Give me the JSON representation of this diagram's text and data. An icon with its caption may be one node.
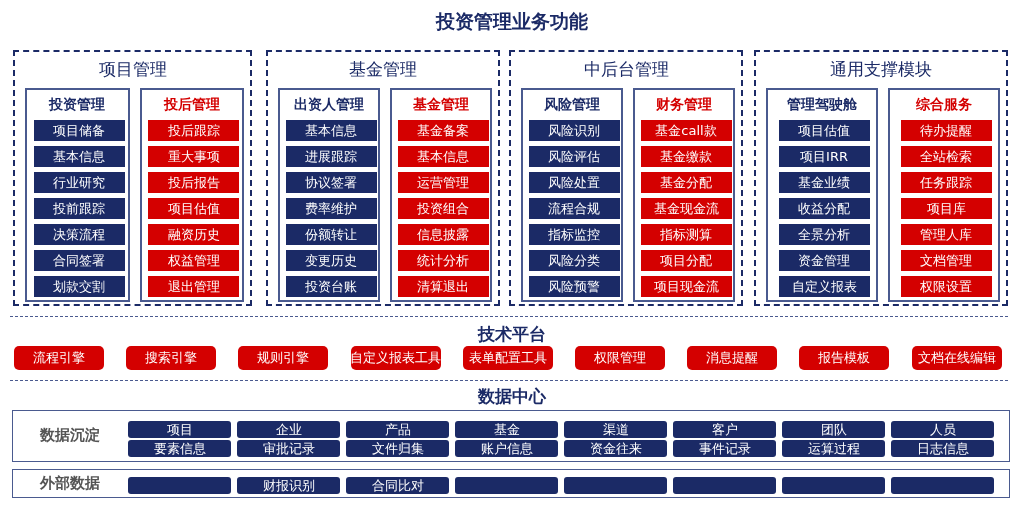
{
  "diagram": {
    "title": "投资管理业务功能",
    "nodes": [
      {
        "text": [
          "项目管理"
        ]
      },
      {
        "text": [
          "投资管理"
        ],
        "in": 0
      },
      {
        "text": [
          "项目储备"
        ],
        "in": 1
      },
      {
        "text": [
          "基本信息"
        ],
        "in": 1
      },
      {
        "text": [
          "行业研究"
        ],
        "in": 1
      },
      {
        "text": [
          "投前跟踪"
        ],
        "in": 1
      },
      {
        "text": [
          "决策流程"
        ],
        "in": 1
      },
      {
        "text": [
          "合同签署"
        ],
        "in": 1
      },
      {
        "text": [
          "划款交割"
        ],
        "in": 1
      },
      {
        "text": [
          "投后管理"
        ],
        "in": 0
      },
      {
        "text": [
          "投后跟踪"
        ],
        "in": 9
      },
      {
        "text": [
          "重大事项"
        ],
        "in": 9
      },
      {
        "text": [
          "投后报告"
        ],
        "in": 9
      },
      {
        "text": [
          "项目估值"
        ],
        "in": 9
      },
      {
        "text": [
          "融资历史"
        ],
        "in": 9
      },
      {
        "text": [
          "权益管理"
        ],
        "in": 9
      },
      {
        "text": [
          "退出管理"
        ],
        "in": 9
      },
      {
        "text": [
          "基金管理"
        ]
      },
      {
        "text": [
          "出资人管理"
        ],
        "in": 17
      },
      {
        "text": [
          "基本信息"
        ],
        "in": 18
      },
      {
        "text": [
          "进展跟踪"
        ],
        "in": 18
      },
      {
        "text": [
          "协议签署"
        ],
        "in": 18
      },
      {
        "text": [
          "费率维护"
        ],
        "in": 18
      },
      {
        "text": [
          "份额转让"
        ],
        "in": 18
      },
      {
        "text": [
          "变更历史"
        ],
        "in": 18
      },
      {
        "text": [
          "投资台账"
        ],
        "in": 18
      },
      {
        "text": [
          "基金管理"
        ],
        "in": 17
      },
      {
        "text": [
          "基金备案"
        ],
        "in": 26
      },
      {
        "text": [
          "基本信息"
        ],
        "in": 26
      },
      {
        "text": [
          "运营管理"
        ],
        "in": 26
      },
      {
        "text": [
          "投资组合"
        ],
        "in": 26
      },
      {
        "text": [
          "信息披露"
        ],
        "in": 26
      },
      {
        "text": [
          "统计分析"
        ],
        "in": 26
      },
      {
        "text": [
          "清算退出"
        ],
        "in": 26
      },
      {
        "text": [
          "中后台管理"
        ]
      },
      {
        "text": [
          "风险管理"
        ],
        "in": 34
      },
      {
        "text": [
          "风险识别"
        ],
        "in": 35
      },
      {
        "text": [
          "风险评估"
        ],
        "in": 35
      },
      {
        "text": [
          "风险处置"
        ],
        "in": 35
      },
      {
        "text": [
          "流程合规"
        ],
        "in": 35
      },
      {
        "text": [
          "指标监控"
        ],
        "in": 35
      },
      {
        "text": [
          "风险分类"
        ],
        "in": 35
      },
      {
        "text": [
          "风险预警"
        ],
        "in": 35
      },
      {
        "text": [
          "财务管理"
        ],
        "in": 34
      },
      {
        "text": [
          "基金call款"
        ],
        "in": 43
      },
      {
        "text": [
          "基金缴款"
        ],
        "in": 43
      },
      {
        "text": [
          "基金分配"
        ],
        "in": 43
      },
      {
        "text": [
          "基金现金流"
        ],
        "in": 43
      },
      {
        "text": [
          "指标测算"
        ],
        "in": 43
      },
      {
        "text": [
          "项目分配"
        ],
        "in": 43
      },
      {
        "text": [
          "项目现金流"
        ],
        "in": 43
      },
      {
        "text": [
          "通用支撑模块"
        ]
      },
      {
        "text": [
          "管理驾驶舱"
        ],
        "in": 51
      },
      {
        "text": [
          "项目估值"
        ],
        "in": 52
      },
      {
        "text": [
          "项目IRR"
        ],
        "in": 52
      },
      {
        "text": [
          "基金业绩"
        ],
        "in": 52
      },
      {
        "text": [
          "收益分配"
        ],
        "in": 52
      },
      {
        "text": [
          "全景分析"
        ],
        "in": 52
      },
      {
        "text": [
          "资金管理"
        ],
        "in": 52
      },
      {
        "text": [
          "自定义报表"
        ],
        "in": 52
      },
      {
        "text": [
          "综合服务"
        ],
        "in": 51
      },
      {
        "text": [
          "待办提醒"
        ],
        "in": 60
      },
      {
        "text": [
          "全站检索"
        ],
        "in": 60
      },
      {
        "text": [
          "任务跟踪"
        ],
        "in": 60
      },
      {
        "text": [
          "项目库"
        ],
        "in": 60
      },
      {
        "text": [
          "管理人库"
        ],
        "in": 60
      },
      {
        "text": [
          "文档管理"
        ],
        "in": 60
      },
      {
        "text": [
          "权限设置"
        ],
        "in": 60
      },
      {
        "text": [
          "流程引擎"
        ]
      },
      {
        "text": [
          "搜索引擎"
        ]
      },
      {
        "text": [
          "规则引擎"
        ]
      },
      {
        "text": [
          "自定义报表工具"
        ]
      },
      {
        "text": [
          "表单配置工具"
        ]
      },
      {
        "text": [
          "权限管理"
        ]
      },
      {
        "text": [
          "消息提醒"
        ]
      },
      {
        "text": [
          "报告模板"
        ]
      },
      {
        "text": [
          "文档在线编辑"
        ]
      },
      {
        "text": [
          "数据沉淀"
        ]
      },
      {
        "text": [
          "项目"
        ],
        "in": 77
      },
      {
        "text": [
          "企业"
        ],
        "in": 77
      },
      {
        "text": [
          "产品"
        ],
        "in": 77
      },
      {
        "text": [
          "基金"
        ],
        "in": 77
      },
      {
        "text": [
          "渠道"
        ],
        "in": 77
      },
      {
        "text": [
          "客户"
        ],
        "in": 77
      },
      {
        "text": [
          "团队"
        ],
        "in": 77
      },
      {
        "text": [
          "人员"
        ],
        "in": 77
      },
      {
        "text": [
          "要素信息"
        ],
        "in": 77
      },
      {
        "text": [
          "审批记录"
        ],
        "in": 77
      },
      {
        "text": [
          "文件归集"
        ],
        "in": 77
      },
      {
        "text": [
          "账户信息"
        ],
        "in": 77
      },
      {
        "text": [
          "资金往来"
        ],
        "in": 77
      },
      {
        "text": [
          "事件记录"
        ],
        "in": 77
      },
      {
        "text": [
          "运算过程"
        ],
        "in": 77
      },
      {
        "text": [
          "日志信息"
        ],
        "in": 77
      },
      {
        "text": [
          "外部数据"
        ]
      },
      {
        "text": [],
        "shape": "box",
        "in": 94
      },
      {
        "text": [
          "财报识别"
        ],
        "in": 94
      },
      {
        "text": [
          "合同比对"
        ],
        "in": 94
      },
      {
        "text": [],
        "shape": "box",
        "in": 94
      },
      {
        "text": [],
        "shape": "box",
        "in": 94
      },
      {
        "text": [],
        "shape": "box",
        "in": 94
      },
      {
        "text": [],
        "shape": "box",
        "in": 94
      },
      {
        "text": [],
        "shape": "box",
        "in": 94
      }
    ],
    "labels": [
      "技术平台",
      "数据中心"
    ]
  }
}
